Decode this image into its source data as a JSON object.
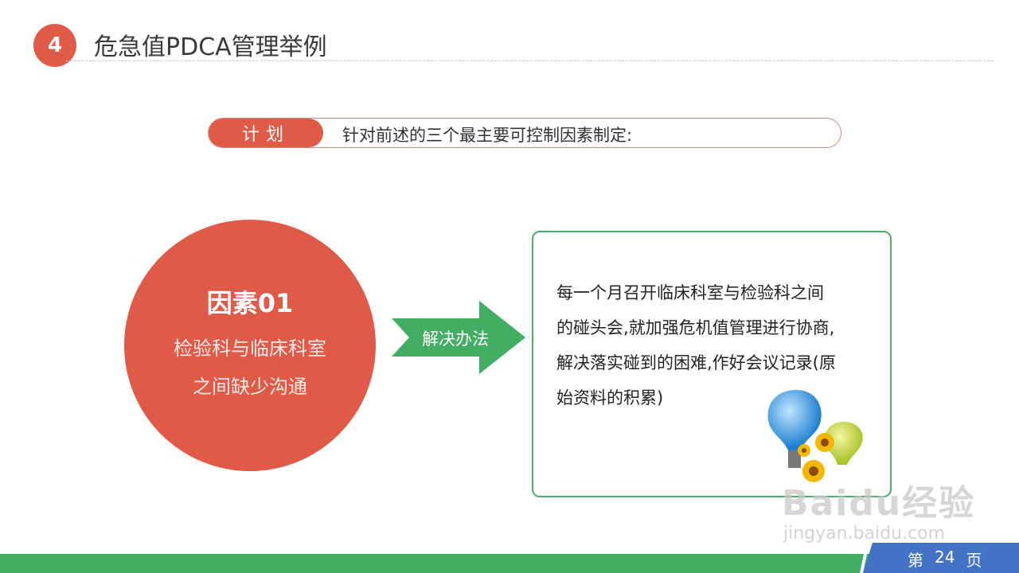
{
  "header": {
    "section_number": "4",
    "title": "危急值PDCA管理举例"
  },
  "plan": {
    "tag": "计划",
    "text": "针对前述的三个最主要可控制因素制定:"
  },
  "factor": {
    "title": "因素01",
    "lines": [
      "检验科与临床科室",
      "之间缺少沟通"
    ]
  },
  "arrow": {
    "label": "解决办法"
  },
  "solution": {
    "lines": [
      "每一个月召开临床科室与检验科之间",
      "的碰头会,就加强危机值管理进行协商,",
      "解决落实碰到的困难,作好会议记录(原",
      "始资料的积累)"
    ],
    "image": "lightbulbs-with-sunflowers-icon"
  },
  "watermark": {
    "brand": "Baidu经验",
    "url": "jingyan.baidu.com"
  },
  "footer": {
    "page_prefix": "第",
    "page_number": "24",
    "page_suffix": "页"
  },
  "colors": {
    "red": "#e05a48",
    "green": "#42ad63",
    "blue": "#4472c4"
  }
}
